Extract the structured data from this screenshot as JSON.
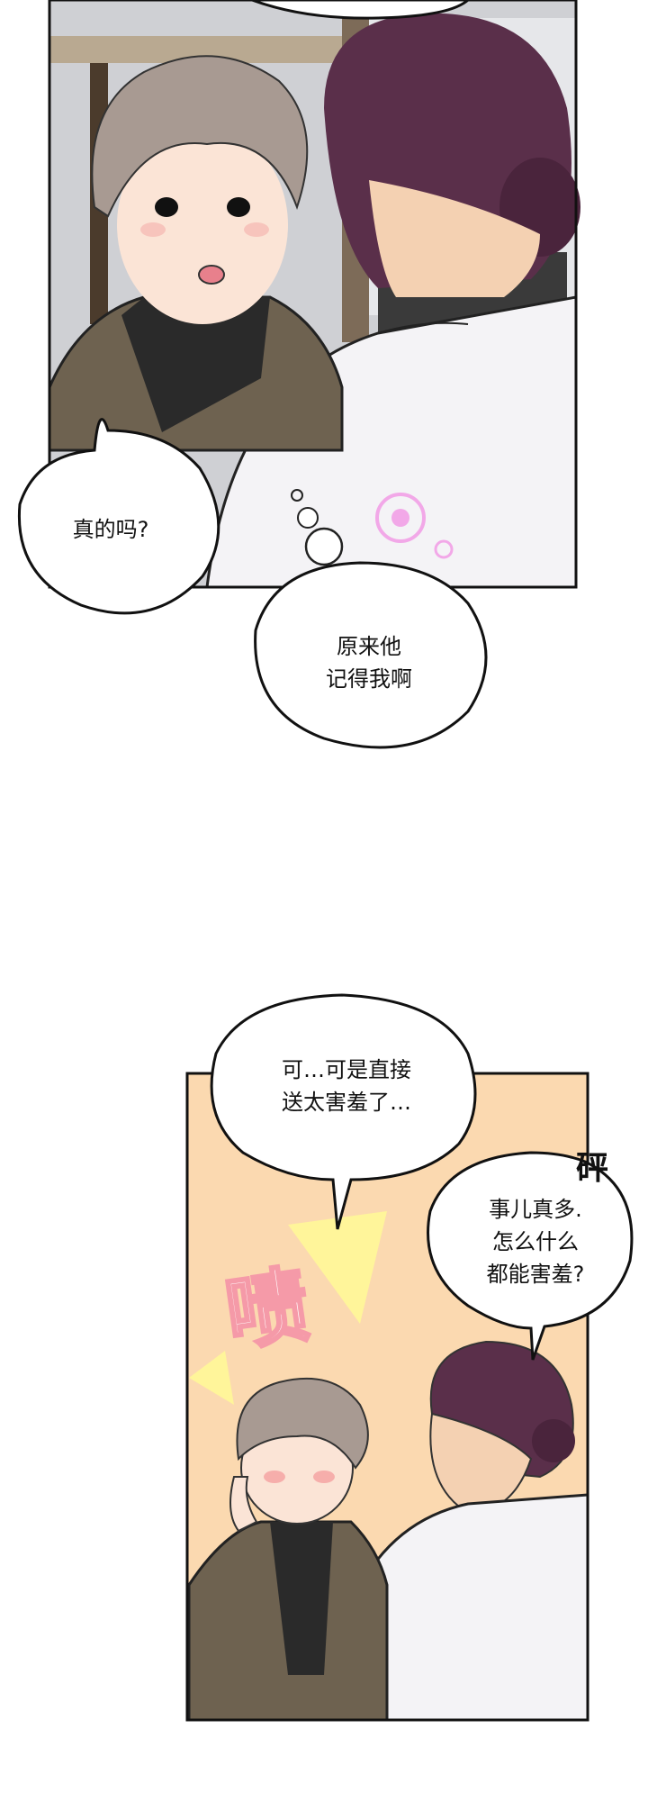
{
  "panel1": {
    "bubble_a": "真的吗?",
    "bubble_b_line1": "原来他",
    "bubble_b_line2": "记得我啊"
  },
  "panel2": {
    "bubble_c_line1": "可…可是直接",
    "bubble_c_line2": "送太害羞了…",
    "bubble_d_line1": "事儿真多.",
    "bubble_d_line2": "怎么什么",
    "bubble_d_line3": "都能害羞?",
    "sfx_bang": "砰",
    "sfx_huff": "啧"
  },
  "colors": {
    "background": "#ffffff",
    "panel2_bg": "#fbd9b0",
    "hair_boy": "#a89a92",
    "hair_woman": "#5a2f4a",
    "jacket": "#6e6250",
    "sweater": "#2a2a2a",
    "shirt": "#f4f3f6",
    "flower_pink": "#f2a8e8",
    "sfx_pink": "#f59aa8",
    "highlight_yellow": "#fff59a"
  }
}
